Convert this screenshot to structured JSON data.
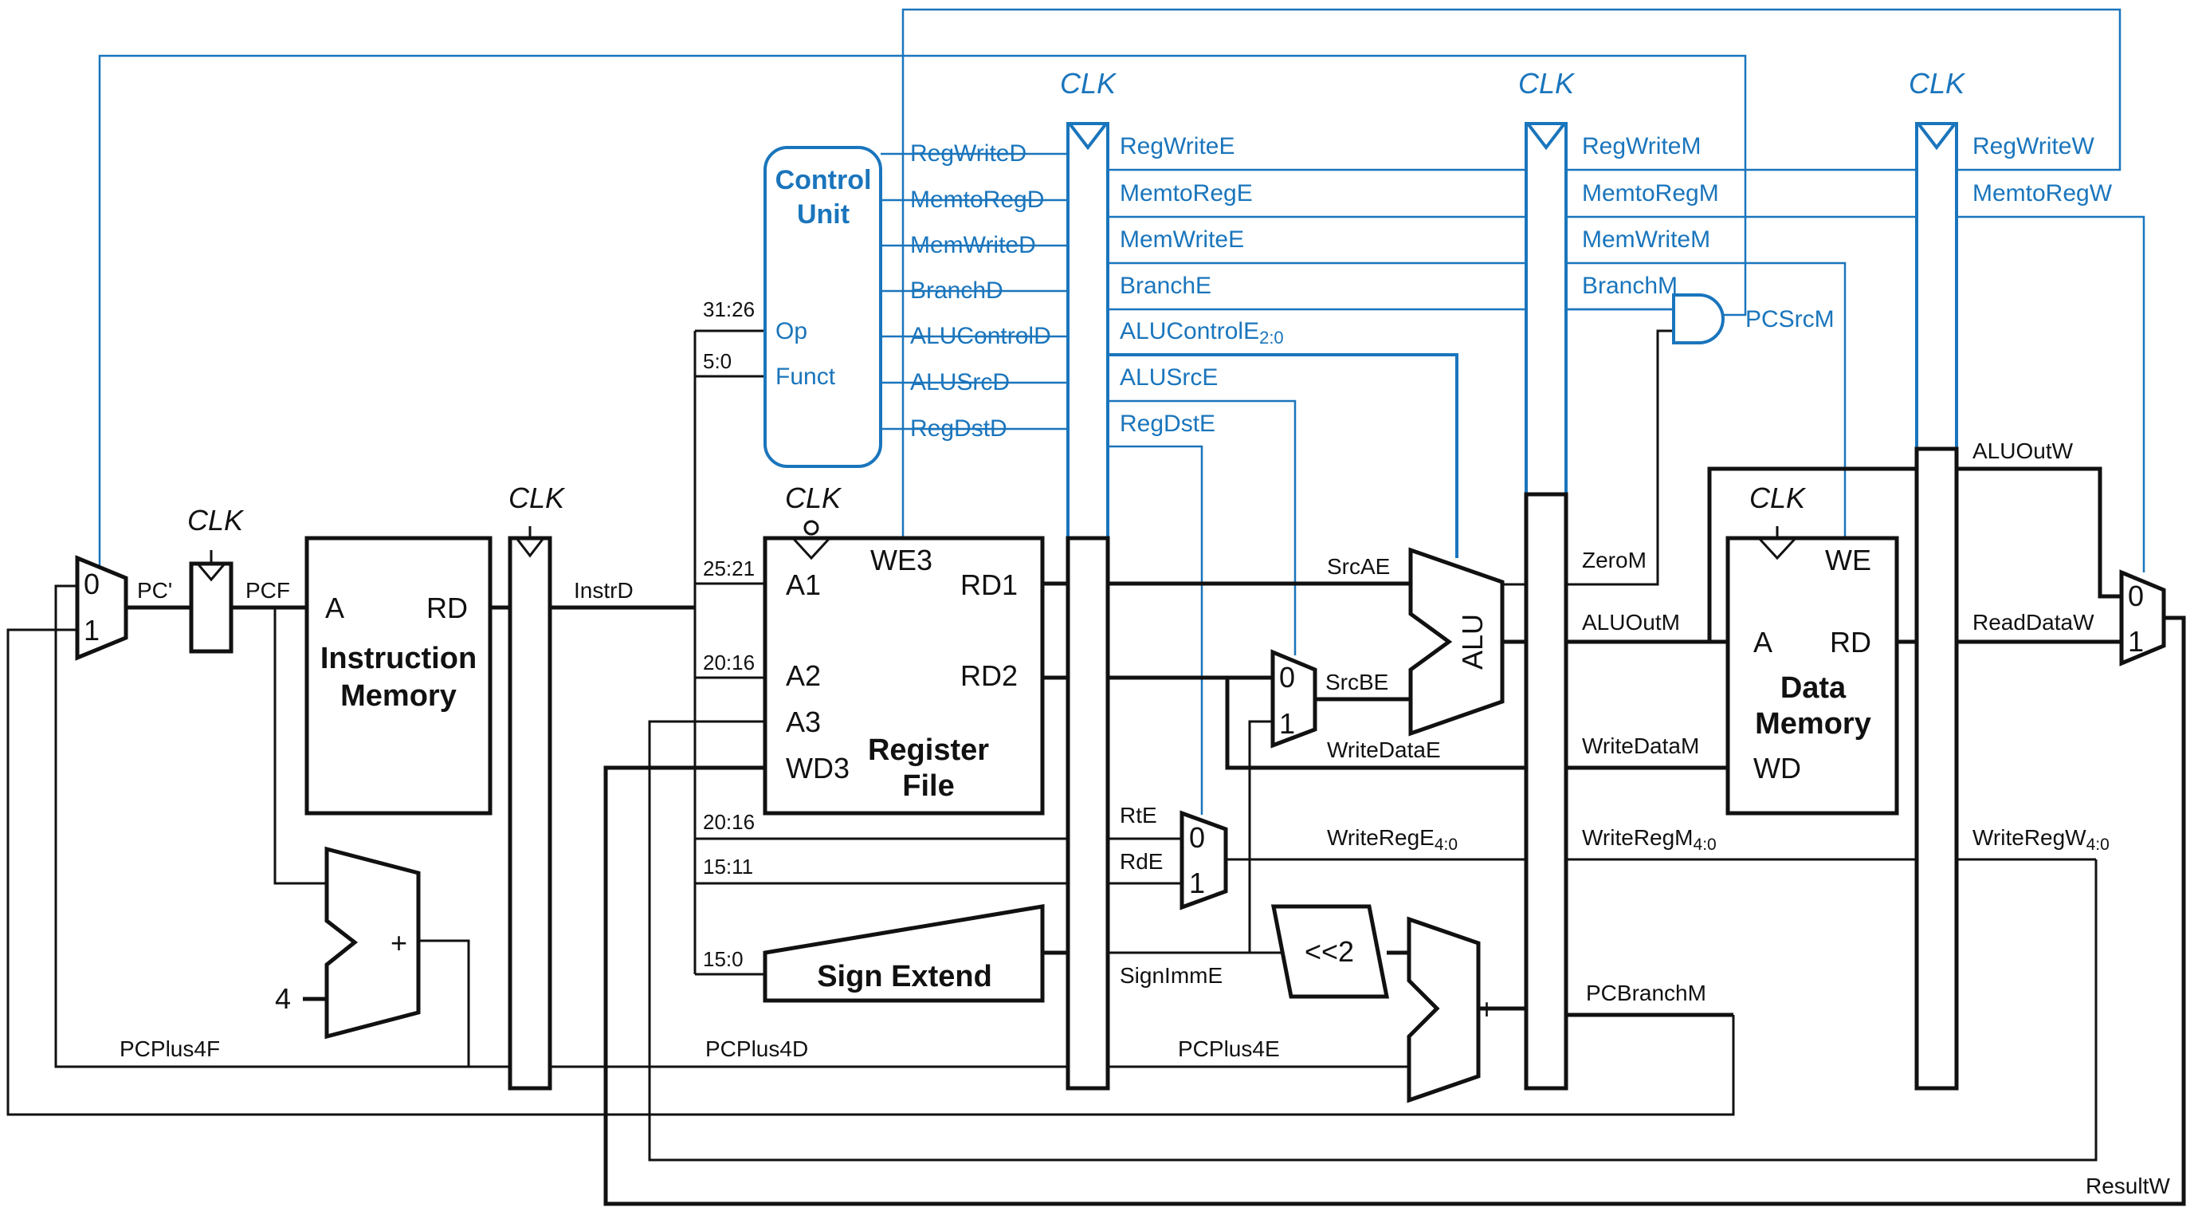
{
  "colors": {
    "wire": "#111111",
    "control": "#1a75bc"
  },
  "clock": "CLK",
  "blocks": {
    "instr_mem": {
      "port_a": "A",
      "port_rd": "RD",
      "title_1": "Instruction",
      "title_2": "Memory"
    },
    "reg_file": {
      "a1": "A1",
      "a2": "A2",
      "a3": "A3",
      "wd3": "WD3",
      "we3": "WE3",
      "rd1": "RD1",
      "rd2": "RD2",
      "title_1": "Register",
      "title_2": "File"
    },
    "data_mem": {
      "port_a": "A",
      "port_rd": "RD",
      "wd": "WD",
      "we": "WE",
      "title_1": "Data",
      "title_2": "Memory"
    },
    "control_unit": {
      "title_1": "Control",
      "title_2": "Unit",
      "op": "Op",
      "funct": "Funct"
    },
    "sign_extend": "Sign Extend",
    "alu": "ALU",
    "shift": "<<2",
    "adder": "+",
    "constant_four": "4",
    "mux_0": "0",
    "mux_1": "1"
  },
  "signals": {
    "pc_prime": "PC'",
    "pcf": "PCF",
    "instrd": "InstrD",
    "pcplus4f": "PCPlus4F",
    "pcplus4d": "PCPlus4D",
    "pcplus4e": "PCPlus4E",
    "srcae": "SrcAE",
    "srcbe": "SrcBE",
    "writedatae": "WriteDataE",
    "writedatam": "WriteDataM",
    "rte": "RtE",
    "rde": "RdE",
    "signimme": "SignImmE",
    "zerom": "ZeroM",
    "aluoutm": "ALUOutM",
    "aluoutw": "ALUOutW",
    "readdataw": "ReadDataW",
    "pcbranchm": "PCBranchM",
    "resultw": "ResultW",
    "pcsrcm": "PCSrcM",
    "writerege": "WriteRegE",
    "writeregm": "WriteRegM",
    "writeregw": "WriteRegW",
    "sub_40": "4:0"
  },
  "bits": {
    "b31_26": "31:26",
    "b5_0": "5:0",
    "b25_21": "25:21",
    "b20_16_a": "20:16",
    "b20_16_b": "20:16",
    "b15_11": "15:11",
    "b15_0": "15:0"
  },
  "control_d": [
    "RegWriteD",
    "MemtoRegD",
    "MemWriteD",
    "BranchD",
    "ALUControlD",
    "ALUSrcD",
    "RegDstD"
  ],
  "control_e": [
    "RegWriteE",
    "MemtoRegE",
    "MemWriteE",
    "BranchE",
    "ALUControlE",
    "ALUSrcE",
    "RegDstE"
  ],
  "control_e_sub": "2:0",
  "control_m": [
    "RegWriteM",
    "MemtoRegM",
    "MemWriteM",
    "BranchM"
  ],
  "control_w": [
    "RegWriteW",
    "MemtoRegW"
  ]
}
